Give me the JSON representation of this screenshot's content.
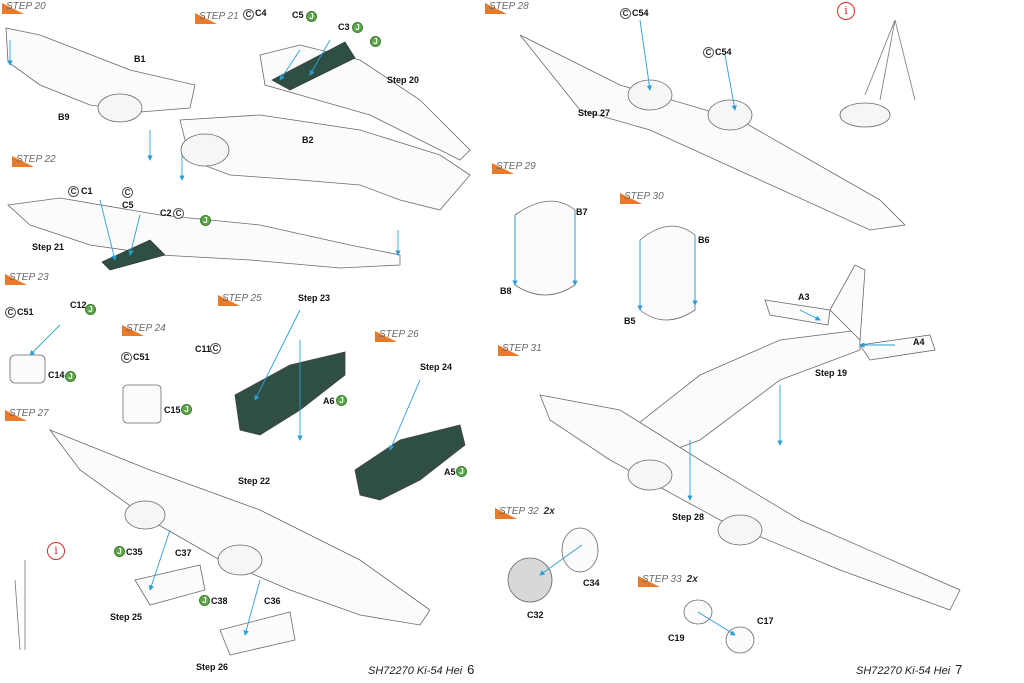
{
  "document": {
    "kit": "SH72270 Ki-54 Hei",
    "pages": [
      {
        "title": "SH72270 Ki-54 Hei",
        "number": "6"
      },
      {
        "title": "SH72270 Ki-54 Hei",
        "number": "7"
      }
    ]
  },
  "steps": [
    {
      "id": "20",
      "label": "STEP 20"
    },
    {
      "id": "21",
      "label": "STEP 21"
    },
    {
      "id": "22",
      "label": "STEP 22"
    },
    {
      "id": "23",
      "label": "STEP 23"
    },
    {
      "id": "24",
      "label": "STEP 24"
    },
    {
      "id": "25",
      "label": "STEP 25"
    },
    {
      "id": "26",
      "label": "STEP 26"
    },
    {
      "id": "27",
      "label": "STEP 27"
    },
    {
      "id": "28",
      "label": "STEP 28"
    },
    {
      "id": "29",
      "label": "STEP 29"
    },
    {
      "id": "30",
      "label": "STEP 30"
    },
    {
      "id": "31",
      "label": "STEP 31"
    },
    {
      "id": "32",
      "label": "STEP 32",
      "suffix": "2x"
    },
    {
      "id": "33",
      "label": "STEP 33",
      "suffix": "2x"
    }
  ],
  "step_refs": [
    "Step 20",
    "Step 21",
    "Step 22",
    "Step 23",
    "Step 24",
    "Step 25",
    "Step 26",
    "Step 27",
    "Step 28",
    "Step 19"
  ],
  "parts": [
    "B1",
    "B9",
    "B2",
    "C4",
    "C5",
    "C3",
    "C1",
    "C5",
    "C2",
    "C51",
    "C12",
    "C14",
    "C51",
    "C11",
    "C15",
    "A6",
    "A5",
    "C35",
    "C37",
    "C38",
    "C36",
    "C54",
    "C54",
    "B7",
    "B8",
    "B6",
    "B5",
    "A3",
    "A4",
    "C34",
    "C32",
    "C17",
    "C19"
  ],
  "icons": {
    "part_c": "C",
    "paint_j": "J",
    "info": "i"
  },
  "colors": {
    "step_flag": "#e87a2a",
    "interior_green": "#2f4f44",
    "guide_line": "#2a9fd6",
    "paint_dot": "#5fa84a",
    "warning": "#d62a2a"
  }
}
